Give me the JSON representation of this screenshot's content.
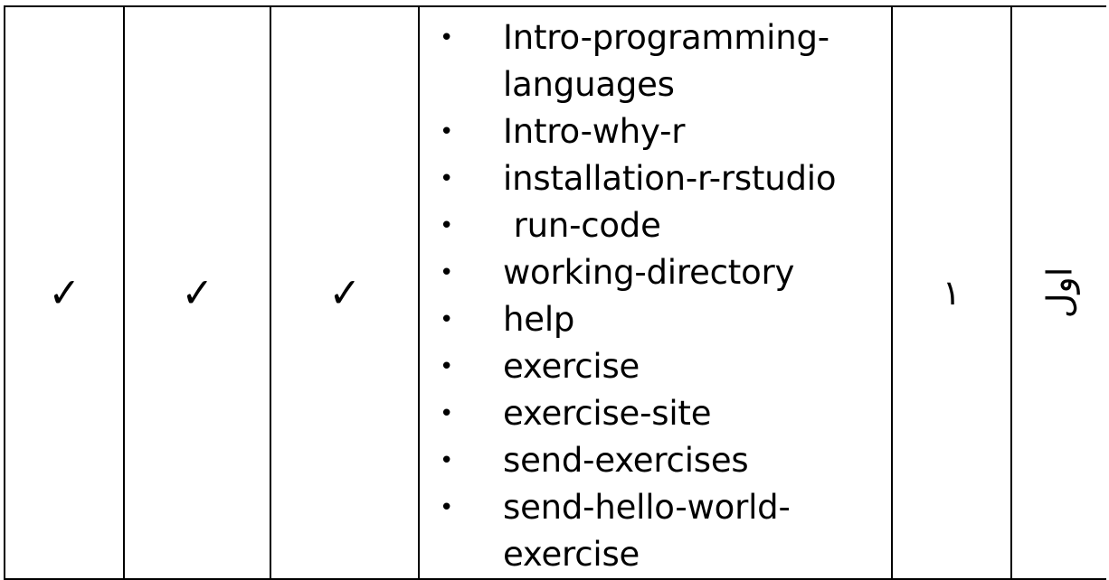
{
  "table": {
    "columns": [
      {
        "key": "check_1",
        "kind": "checkbox"
      },
      {
        "key": "check_2",
        "kind": "checkbox"
      },
      {
        "key": "check_3",
        "kind": "checkbox"
      },
      {
        "key": "topics",
        "kind": "list"
      },
      {
        "key": "session_number",
        "kind": "number"
      },
      {
        "key": "session_ordinal",
        "kind": "rotated-text"
      }
    ],
    "row": {
      "check_1": "✓",
      "check_2": "✓",
      "check_3": "✓",
      "session_number": "١",
      "session_ordinal": "اول",
      "topics": [
        {
          "bullet": "•",
          "label": "Intro-programming-languages"
        },
        {
          "bullet": "•",
          "label": "Intro-why-r"
        },
        {
          "bullet": "•",
          "label": "installation-r-rstudio"
        },
        {
          "bullet": "•",
          "label": " run-code"
        },
        {
          "bullet": "•",
          "label": "working-directory"
        },
        {
          "bullet": "•",
          "label": "help"
        },
        {
          "bullet": "•",
          "label": "exercise"
        },
        {
          "bullet": "•",
          "label": "exercise-site"
        },
        {
          "bullet": "•",
          "label": "send-exercises"
        },
        {
          "bullet": "•",
          "label": "send-hello-world-exercise"
        }
      ]
    }
  },
  "colors": {
    "border": "#000000",
    "text": "#000000",
    "background": "#ffffff"
  }
}
